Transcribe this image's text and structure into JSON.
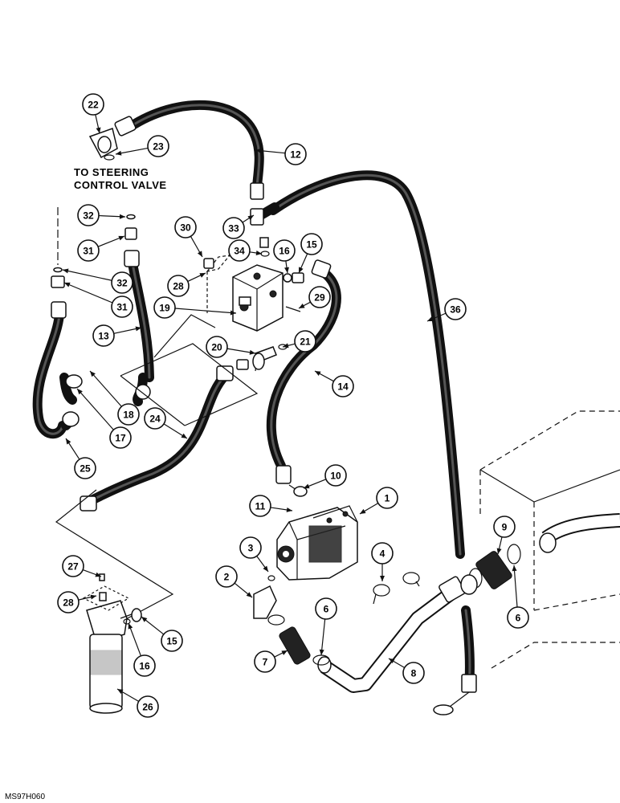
{
  "annotation_text": {
    "line1": "TO STEERING",
    "line2": "CONTROL VALVE"
  },
  "figure_id": "MS97H060",
  "callouts": [
    {
      "id": "c22",
      "text": "22"
    },
    {
      "id": "c23",
      "text": "23"
    },
    {
      "id": "c12",
      "text": "12"
    },
    {
      "id": "c32a",
      "text": "32"
    },
    {
      "id": "c33",
      "text": "33"
    },
    {
      "id": "c30",
      "text": "30"
    },
    {
      "id": "c31a",
      "text": "31"
    },
    {
      "id": "c34",
      "text": "34"
    },
    {
      "id": "c16a",
      "text": "16"
    },
    {
      "id": "c15a",
      "text": "15"
    },
    {
      "id": "c36",
      "text": "36"
    },
    {
      "id": "c32b",
      "text": "32"
    },
    {
      "id": "c28a",
      "text": "28"
    },
    {
      "id": "c31b",
      "text": "31"
    },
    {
      "id": "c29",
      "text": "29"
    },
    {
      "id": "c19",
      "text": "19"
    },
    {
      "id": "c13",
      "text": "13"
    },
    {
      "id": "c20",
      "text": "20"
    },
    {
      "id": "c21",
      "text": "21"
    },
    {
      "id": "c14",
      "text": "14"
    },
    {
      "id": "c18",
      "text": "18"
    },
    {
      "id": "c24",
      "text": "24"
    },
    {
      "id": "c17",
      "text": "17"
    },
    {
      "id": "c25",
      "text": "25"
    },
    {
      "id": "c10",
      "text": "10"
    },
    {
      "id": "c11",
      "text": "11"
    },
    {
      "id": "c1",
      "text": "1"
    },
    {
      "id": "c3",
      "text": "3"
    },
    {
      "id": "c4",
      "text": "4"
    },
    {
      "id": "c9",
      "text": "9"
    },
    {
      "id": "c27",
      "text": "27"
    },
    {
      "id": "c2",
      "text": "2"
    },
    {
      "id": "c28b",
      "text": "28"
    },
    {
      "id": "c6a",
      "text": "6"
    },
    {
      "id": "c15b",
      "text": "15"
    },
    {
      "id": "c6b",
      "text": "6"
    },
    {
      "id": "c16b",
      "text": "16"
    },
    {
      "id": "c7",
      "text": "7"
    },
    {
      "id": "c8",
      "text": "8"
    },
    {
      "id": "c26",
      "text": "26"
    }
  ]
}
